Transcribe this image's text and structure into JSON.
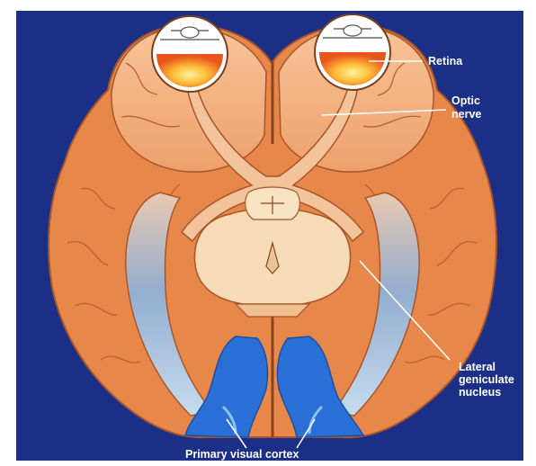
{
  "labels": {
    "retina": "Retina",
    "optic_nerve_line1": "Optic",
    "optic_nerve_line2": "nerve",
    "lgn_line1": "Lateral",
    "lgn_line2": "geniculate",
    "lgn_line3": "nucleus",
    "primary_visual_cortex": "Primary visual cortex"
  },
  "colors": {
    "background": "#1b2f86",
    "brain": "#e8874a",
    "brain_outline": "#a8552a",
    "frontal_lobe": "#f2b07e",
    "nerve": "#f3c49c",
    "brainstem": "#f5dbb6",
    "ventricle_blue": "#7a9ac4",
    "visual_cortex": "#2a6fd6",
    "retina_glow": "#ffe07a"
  }
}
